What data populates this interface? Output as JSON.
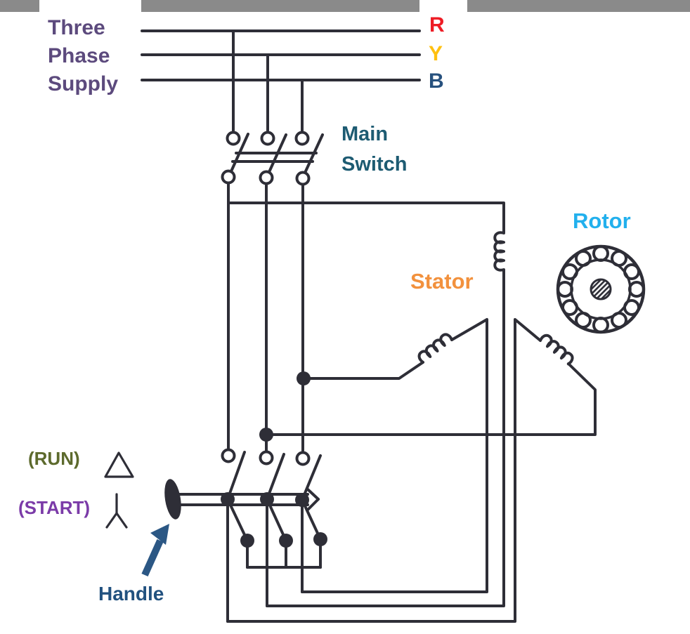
{
  "page": {
    "background": "#ffffff",
    "top_bar_color": "#8a8a8a"
  },
  "labels": {
    "supply": {
      "line1": "Three",
      "line2": "Phase",
      "line3": "Supply",
      "color": "#5c4a7d"
    },
    "phases": [
      {
        "name": "R",
        "color": "#ee1c25"
      },
      {
        "name": "Y",
        "color": "#ffc010"
      },
      {
        "name": "B",
        "color": "#27517e"
      }
    ],
    "main_switch": {
      "line1": "Main",
      "line2": "Switch",
      "color": "#1d5b72"
    },
    "stator": {
      "text": "Stator",
      "color": "#f2913d"
    },
    "rotor": {
      "text": "Rotor",
      "color": "#22b0ed"
    },
    "run": {
      "text": "(RUN)",
      "color": "#5d6a2d",
      "symbol": "delta-triangle"
    },
    "start": {
      "text": "(START)",
      "color": "#7b3ba8",
      "symbol": "star-y"
    },
    "handle": {
      "text": "Handle",
      "color": "#21517f"
    }
  },
  "diagram": {
    "type": "star-delta-starter-wiring-diagram",
    "wire_color": "#2e2e37",
    "annotation_arrow_color": "#2b5784",
    "components": [
      "three-phase-supply-lines",
      "main-switch-triple-pole",
      "stator-three-windings",
      "squirrel-cage-rotor",
      "star-delta-handle-switch"
    ],
    "rotor_cage_circle_count": 12,
    "switch_positions": {
      "upper_contacts": "RUN (delta)",
      "lower_contacts": "START (star)"
    }
  }
}
